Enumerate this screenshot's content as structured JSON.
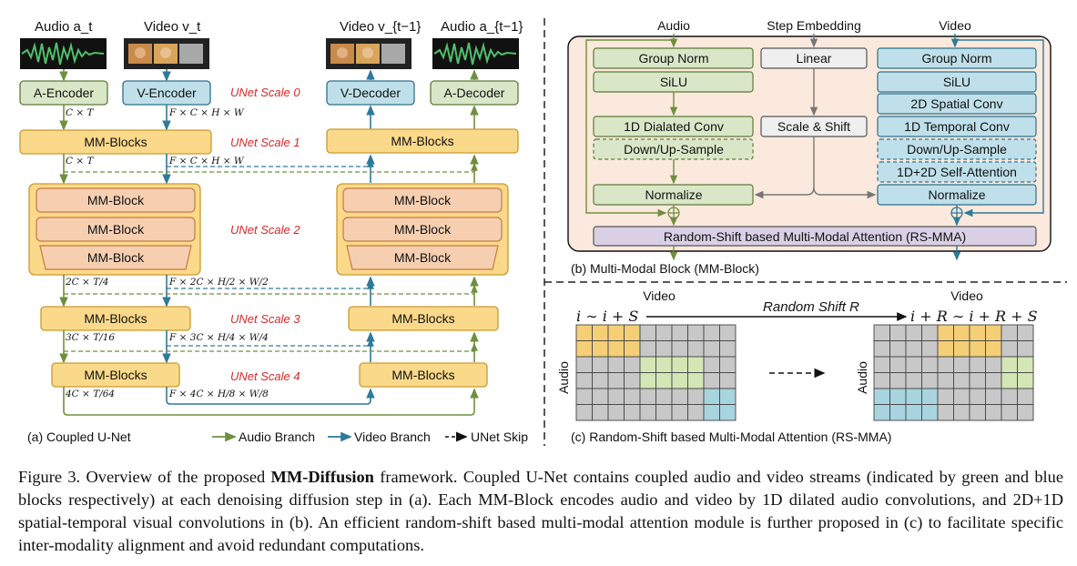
{
  "coupled_unet": {
    "inputs": {
      "audio_in": "Audio a_t",
      "video_in": "Video v_t",
      "video_out": "Video v_{t−1}",
      "audio_out": "Audio a_{t−1}"
    },
    "encoders": {
      "a_encoder": "A-Encoder",
      "v_encoder": "V-Encoder",
      "v_decoder": "V-Decoder",
      "a_decoder": "A-Decoder"
    },
    "block_labels": {
      "mm_blocks": "MM-Blocks",
      "mm_block": "MM-Block"
    },
    "scales": [
      "UNet Scale 0",
      "UNet Scale 1",
      "UNet Scale 2",
      "UNet Scale 3",
      "UNet Scale 4"
    ],
    "dims": {
      "a0": "C × T",
      "v0": "F × C × H × W",
      "a1": "C × T",
      "v1": "F × C × H × W",
      "a2": "2C × T/4",
      "v2": "F × 2C × H/2 × W/2",
      "a3": "3C × T/16",
      "v3": "F × 3C × H/4 × W/4",
      "a4": "4C × T/64",
      "v4": "F × 4C × H/8 × W/8"
    },
    "caption": "(a) Coupled U-Net",
    "legend": {
      "audio": "Audio Branch",
      "video": "Video Branch",
      "skip": "UNet Skip"
    }
  },
  "mm_block": {
    "headers": {
      "audio": "Audio",
      "step": "Step Embedding",
      "video": "Video"
    },
    "audio_ops": {
      "group_norm": "Group Norm",
      "silu": "SiLU",
      "dilated_conv": "1D Dialated Conv",
      "sample": "Down/Up-Sample",
      "normalize": "Normalize"
    },
    "step_ops": {
      "linear": "Linear",
      "scale_shift": "Scale & Shift"
    },
    "video_ops": {
      "group_norm": "Group Norm",
      "silu": "SiLU",
      "spatial_conv": "2D Spatial Conv",
      "temporal_conv": "1D Temporal Conv",
      "sample": "Down/Up-Sample",
      "attention": "1D+2D Self-Attention",
      "normalize": "Normalize"
    },
    "rs_mma": "Random-Shift based Multi-Modal Attention (RS-MMA)",
    "caption": "(b) Multi-Modal Block (MM-Block)"
  },
  "rs_mma": {
    "video_label": "Video",
    "audio_label": "Audio",
    "shift_label": "Random Shift R",
    "left_range": "i ∼ i + S",
    "right_range": "i + R ∼ i + R + S",
    "caption": "(c) Random-Shift based Multi-Modal Attention (RS-MMA)"
  },
  "figure_caption": {
    "prefix": "Figure 3. Overview of the proposed ",
    "bold": "MM-Diffusion",
    "rest": " framework. Coupled U-Net contains coupled audio and video streams (indicated by green and blue blocks respectively) at each denoising diffusion step in (a). Each MM-Block encodes audio and video by 1D dilated audio convolutions, and 2D+1D spatial-temporal visual convolutions in (b). An efficient random-shift based multi-modal attention module is further proposed in (c) to facilitate specific inter-modality alignment and avoid redundant computations."
  },
  "colors": {
    "audio_fill": "#d9e7c8",
    "audio_stroke": "#5d7a38",
    "video_fill": "#bfe0ea",
    "video_stroke": "#2f6f8a",
    "block_fill": "#fbd98a",
    "block_stroke": "#c99a2d",
    "inner_fill": "#f6cfb1",
    "inner_stroke": "#c77a42",
    "panel_fill": "#fbe9dd",
    "attn_fill": "#d9d0e6",
    "audio_line": "#6f8f3f",
    "video_line": "#2d7a9a",
    "grid_gray": "#c8c8c8",
    "hl_yellow": "#f5cf75",
    "hl_green": "#d4e6b5",
    "hl_blue": "#a8d4e0"
  }
}
